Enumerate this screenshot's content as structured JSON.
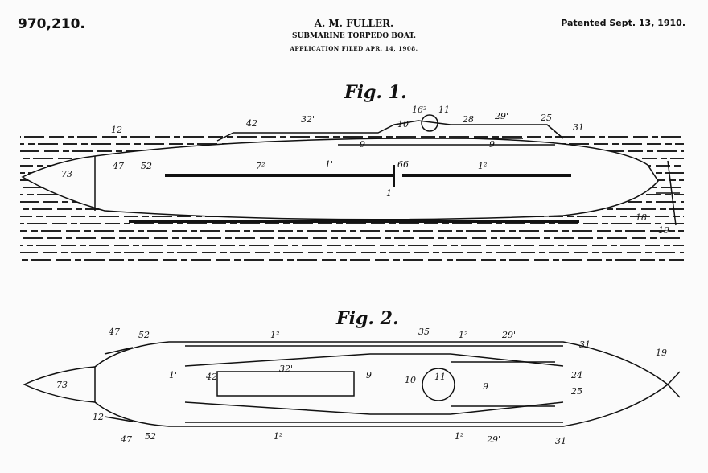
{
  "header": {
    "patent_number": "970,210.",
    "inventor": "A. M. FULLER.",
    "title": "SUBMARINE TORPEDO BOAT.",
    "application": "APPLICATION FILED APR. 14, 1908.",
    "patented": "Patented Sept. 13, 1910."
  },
  "fig1": {
    "caption": "Fig. 1.",
    "labels": [
      "12",
      "42",
      "32'",
      "10",
      "16²",
      "11",
      "28",
      "29'",
      "25",
      "31",
      "9",
      "9",
      "73",
      "47",
      "52",
      "7²",
      "1'",
      "66",
      "1²",
      "1",
      "18",
      "19"
    ]
  },
  "fig2": {
    "caption": "Fig. 2.",
    "labels": [
      "47",
      "52",
      "1²",
      "35",
      "1²",
      "29'",
      "31",
      "19",
      "73",
      "1'",
      "42",
      "32'",
      "9",
      "10",
      "11",
      "9",
      "24",
      "25",
      "12",
      "47",
      "52",
      "1²",
      "1²",
      "29'",
      "31"
    ]
  }
}
